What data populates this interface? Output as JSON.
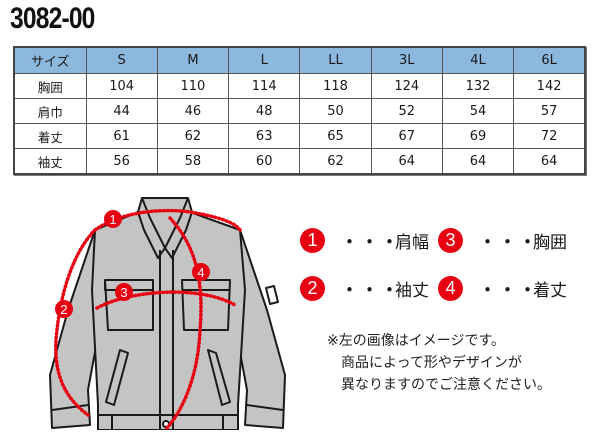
{
  "title": "3082-00",
  "table": {
    "header_label": "サイズ",
    "sizes": [
      "S",
      "M",
      "L",
      "LL",
      "3L",
      "4L",
      "6L"
    ],
    "rows": [
      {
        "label": "胸囲",
        "values": [
          "104",
          "110",
          "114",
          "118",
          "124",
          "132",
          "142"
        ]
      },
      {
        "label": "肩巾",
        "values": [
          "44",
          "46",
          "48",
          "50",
          "52",
          "54",
          "57"
        ]
      },
      {
        "label": "着丈",
        "values": [
          "61",
          "62",
          "63",
          "65",
          "67",
          "69",
          "72"
        ]
      },
      {
        "label": "袖丈",
        "values": [
          "56",
          "58",
          "60",
          "62",
          "64",
          "64",
          "64"
        ]
      }
    ],
    "header_color": "#8db8de"
  },
  "diagram": {
    "markers": [
      {
        "num": "1",
        "label": "肩幅"
      },
      {
        "num": "2",
        "label": "袖丈"
      },
      {
        "num": "3",
        "label": "胸囲"
      },
      {
        "num": "4",
        "label": "着丈"
      }
    ],
    "marker_color": "#e60012",
    "jacket_color": "#c4c4c4",
    "dots": "・・・"
  },
  "note": {
    "line1": "※左の画像はイメージです。",
    "line2": "商品によって形やデザインが",
    "line3": "異なりますのでご注意ください。"
  }
}
